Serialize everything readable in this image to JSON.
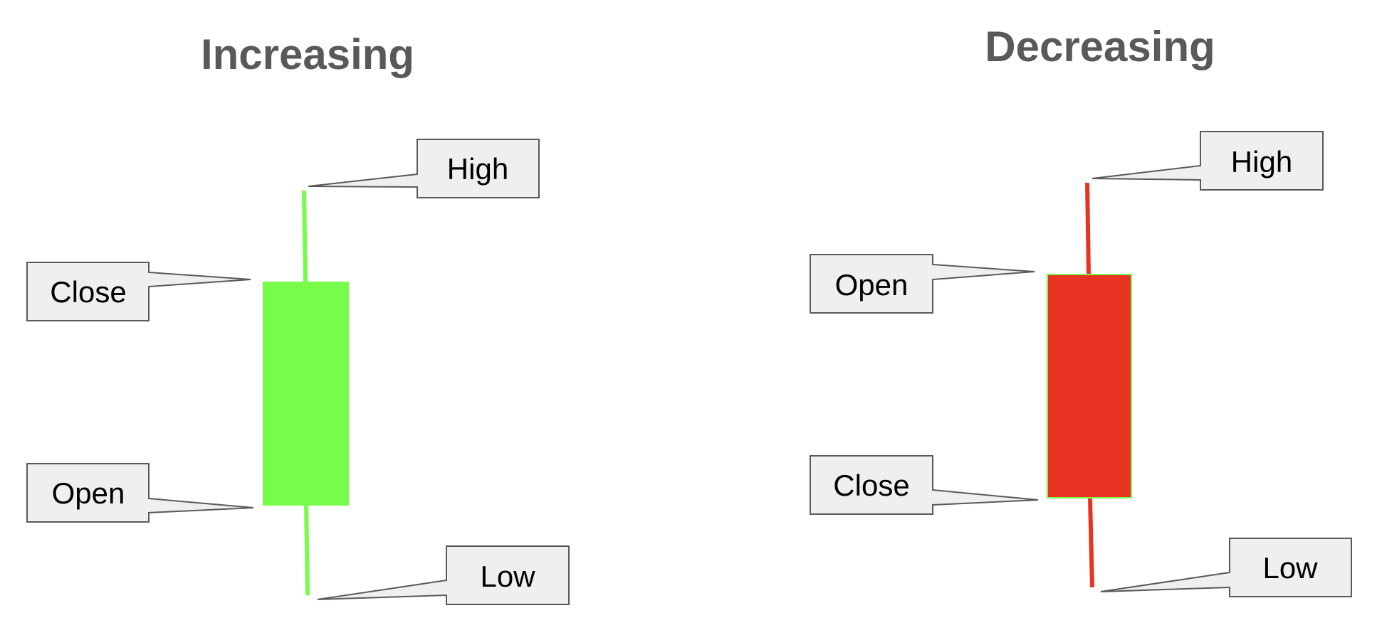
{
  "panels": [
    {
      "title": "Increasing",
      "candle_color": "#77fc4a",
      "labels": {
        "high": "High",
        "close": "Close",
        "open": "Open",
        "low": "Low"
      }
    },
    {
      "title": "Decreasing",
      "candle_color": "#e83323",
      "body_border_color": "#77fc4a",
      "labels": {
        "high": "High",
        "open": "Open",
        "close": "Close",
        "low": "Low"
      }
    }
  ],
  "callout_fill": "#efefef",
  "callout_stroke": "#595959",
  "title_color": "#595959"
}
